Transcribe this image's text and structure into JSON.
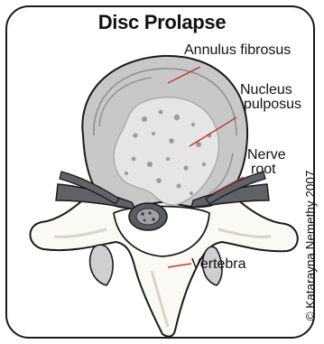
{
  "title": "Disc Prolapse",
  "labels": {
    "annulus": "Annulus fibrosus",
    "nucleus_line1": "Nucleus",
    "nucleus_line2": "pulposus",
    "nerve_line1": "Nerve",
    "nerve_line2": "root",
    "vertebra": "Vertebra"
  },
  "credit": "© Katarayna Nemethy 2007",
  "colors": {
    "bone": "#fbf9f3",
    "disc": "#c8c8c8",
    "nucleus": "#e5e5e5",
    "nerve": "#5f6266",
    "outline": "#1a1a1a",
    "leader": "#c0392b"
  }
}
